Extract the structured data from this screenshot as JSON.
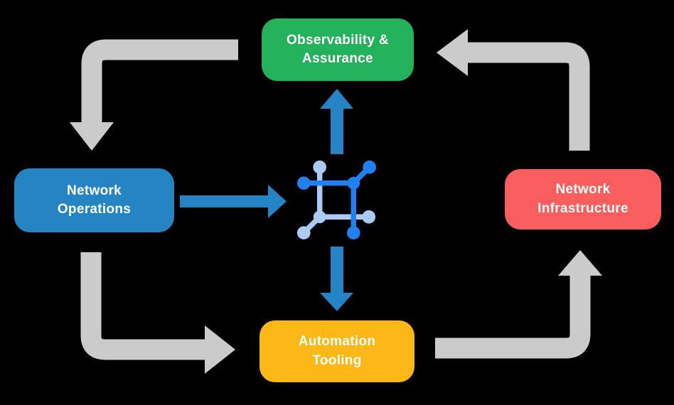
{
  "diagram_title": "Network automation lifecycle diagram",
  "colors": {
    "green": "#24b15c",
    "blue": "#2585c4",
    "red": "#f95d5d",
    "yellow": "#fab715",
    "arrow_gray": "#cbcbcb",
    "arrow_blue": "#2484c6",
    "icon_dark_blue": "#2380f2",
    "icon_light_blue": "#abcbf6",
    "text": "#ffffff",
    "background": "#000000"
  },
  "nodes": {
    "observability": {
      "label": "Observability &\nAssurance",
      "color": "#24b15c"
    },
    "operations": {
      "label": "Network\nOperations",
      "color": "#2585c4"
    },
    "infrastructure": {
      "label": "Network\nInfrastructure",
      "color": "#f95d5d"
    },
    "automation": {
      "label": "Automation\nTooling",
      "color": "#fab715"
    }
  },
  "center_icon": "network-automation-icon",
  "flows": [
    {
      "from": "observability",
      "to": "operations",
      "style": "gray-elbow"
    },
    {
      "from": "operations",
      "to": "automation",
      "style": "gray-elbow"
    },
    {
      "from": "automation",
      "to": "infrastructure",
      "style": "gray-elbow"
    },
    {
      "from": "infrastructure",
      "to": "observability",
      "style": "gray-elbow"
    },
    {
      "from": "operations",
      "to": "center-icon",
      "style": "blue-straight"
    },
    {
      "from": "center-icon",
      "to": "observability",
      "style": "blue-straight"
    },
    {
      "from": "center-icon",
      "to": "automation",
      "style": "blue-straight"
    }
  ]
}
